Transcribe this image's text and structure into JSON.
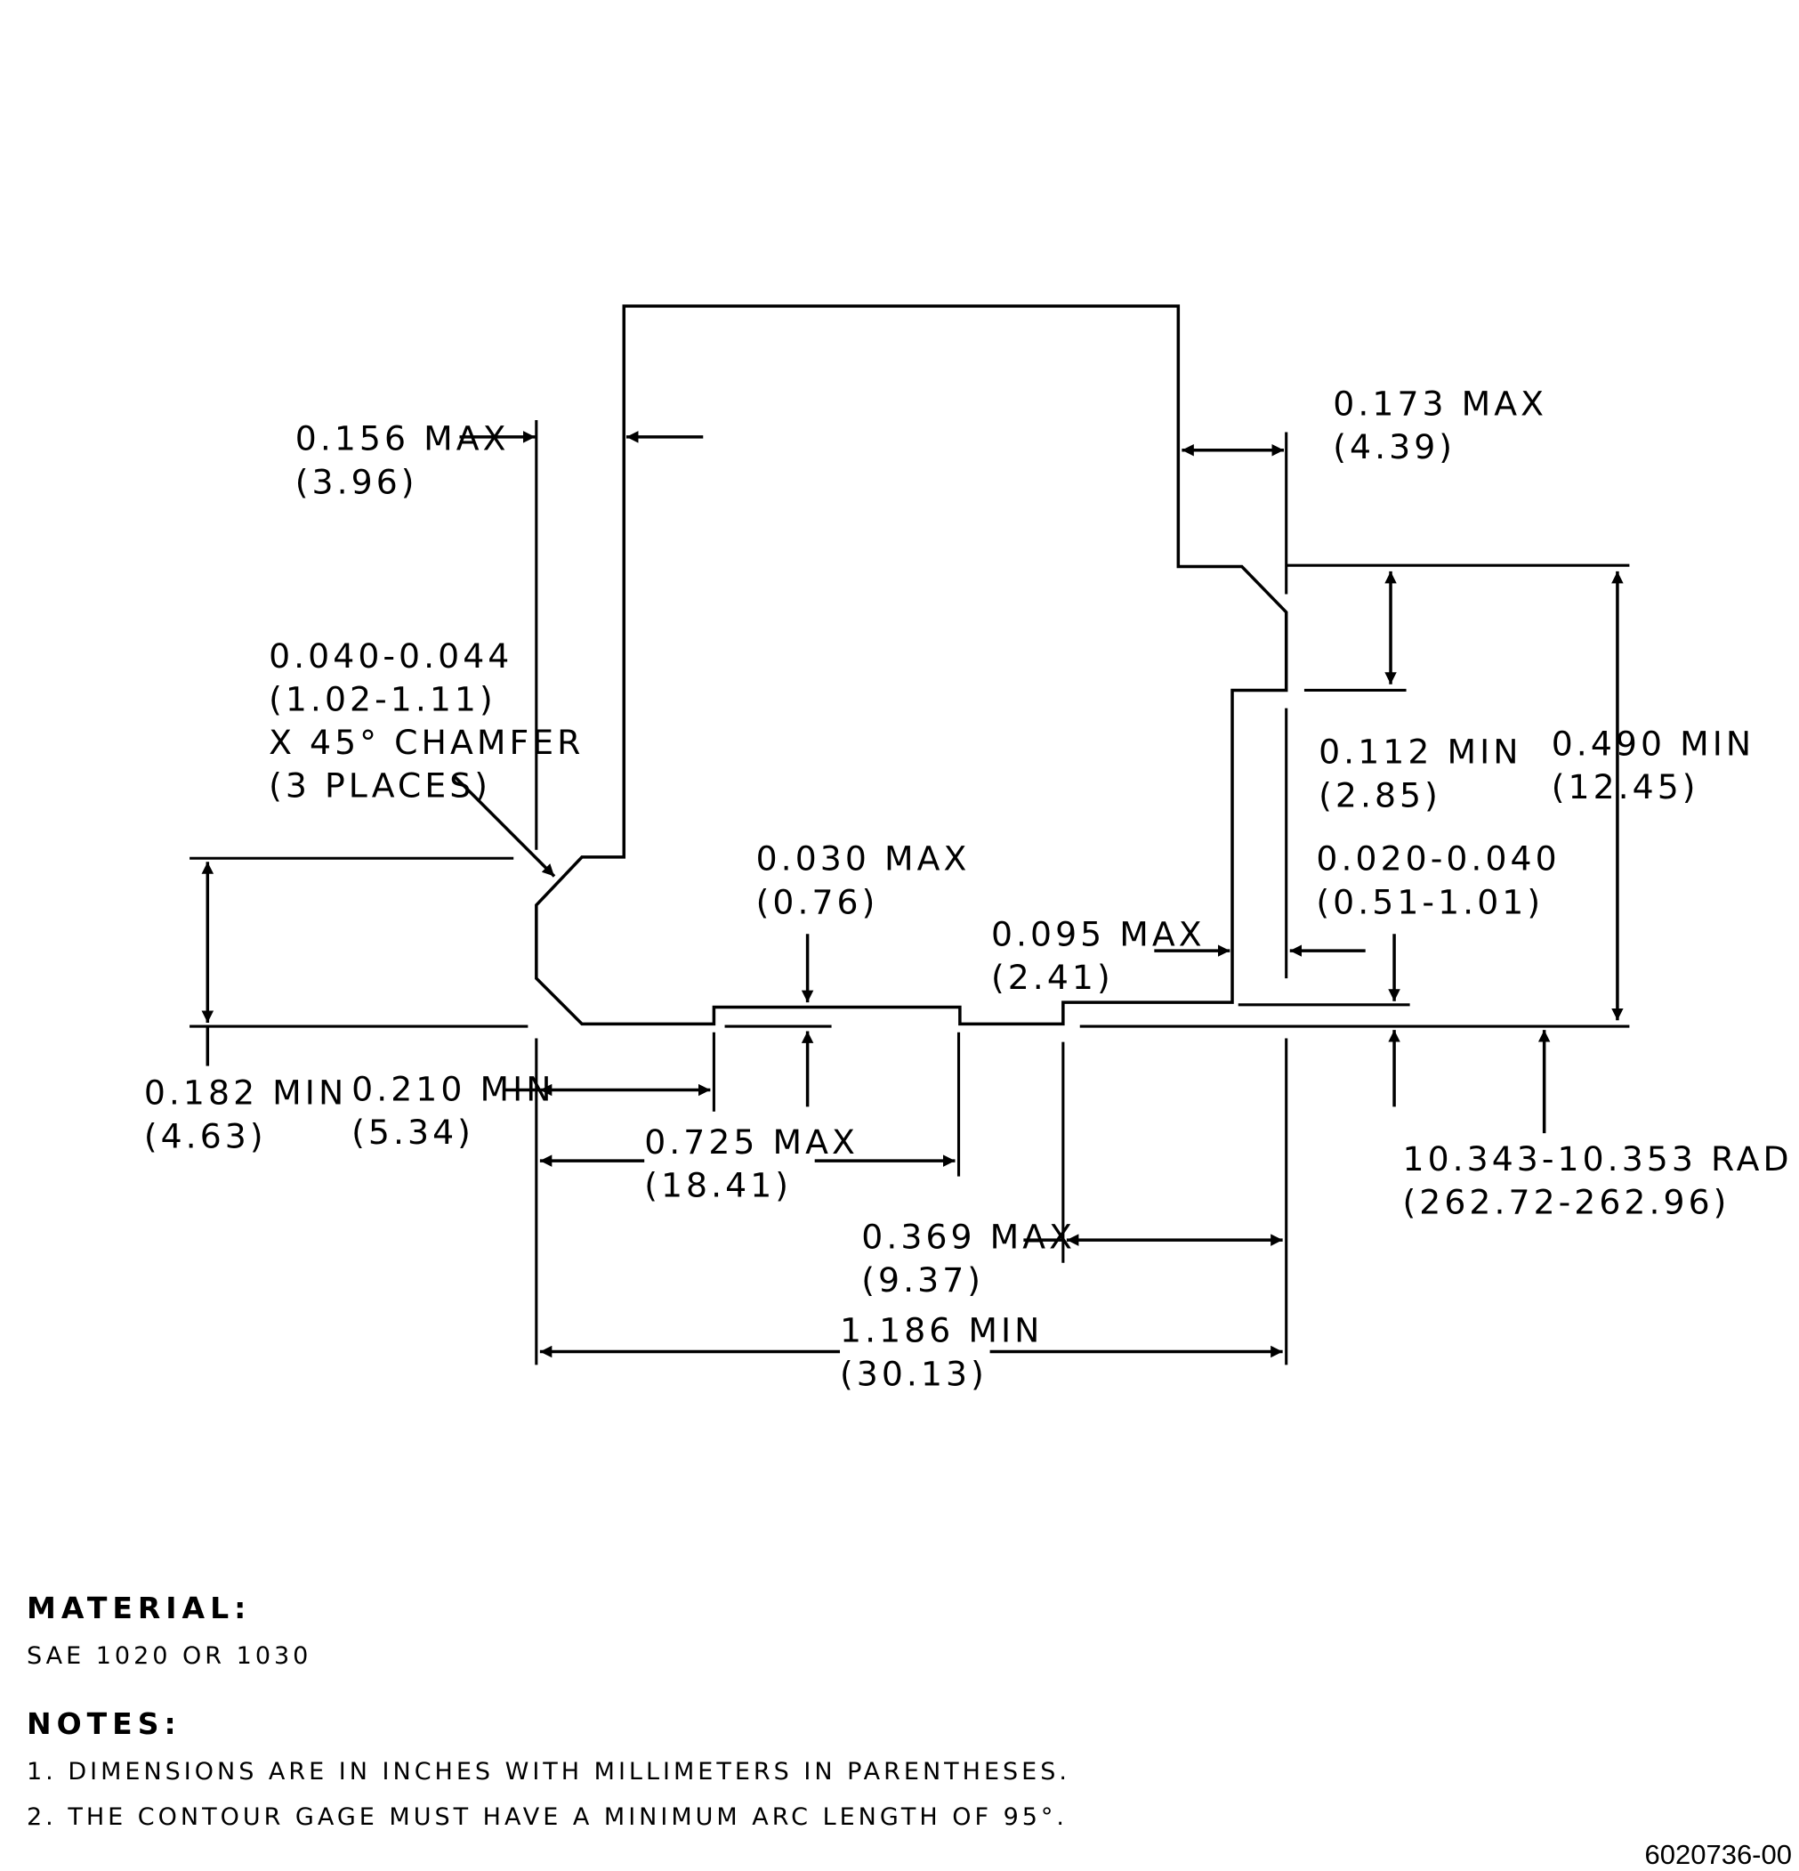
{
  "dimensions": {
    "d156": {
      "in": "0.156 MAX",
      "mm": "(3.96)"
    },
    "d173": {
      "in": "0.173 MAX",
      "mm": "(4.39)"
    },
    "chamfer": {
      "in": "0.040-0.044",
      "mm": "(1.02-1.11)",
      "note": "X 45°  CHAMFER",
      "places": "(3 PLACES)"
    },
    "d112": {
      "in": "0.112 MIN",
      "mm": "(2.85)"
    },
    "d490": {
      "in": "0.490 MIN",
      "mm": "(12.45)"
    },
    "d030": {
      "in": "0.030 MAX",
      "mm": "(0.76)"
    },
    "d020": {
      "in": "0.020-0.040",
      "mm": "(0.51-1.01)"
    },
    "d095": {
      "in": "0.095 MAX",
      "mm": "(2.41)"
    },
    "d182": {
      "in": "0.182 MIN",
      "mm": "(4.63)"
    },
    "d210": {
      "in": "0.210 MIN",
      "mm": "(5.34)"
    },
    "d725": {
      "in": "0.725 MAX",
      "mm": "(18.41)"
    },
    "rad": {
      "in": "10.343-10.353 RAD",
      "mm": "(262.72-262.96)"
    },
    "d369": {
      "in": "0.369 MAX",
      "mm": "(9.37)"
    },
    "d1186": {
      "in": "1.186 MIN",
      "mm": "(30.13)"
    }
  },
  "material": {
    "heading": "MATERIAL:",
    "text": "SAE 1020 OR 1030"
  },
  "notes": {
    "heading": "NOTES:",
    "items": [
      "1. DIMENSIONS ARE IN INCHES WITH MILLIMETERS IN PARENTHESES.",
      "2. THE CONTOUR GAGE MUST HAVE A MINIMUM ARC LENGTH OF 95°."
    ]
  },
  "figure_id": "6020736-00"
}
